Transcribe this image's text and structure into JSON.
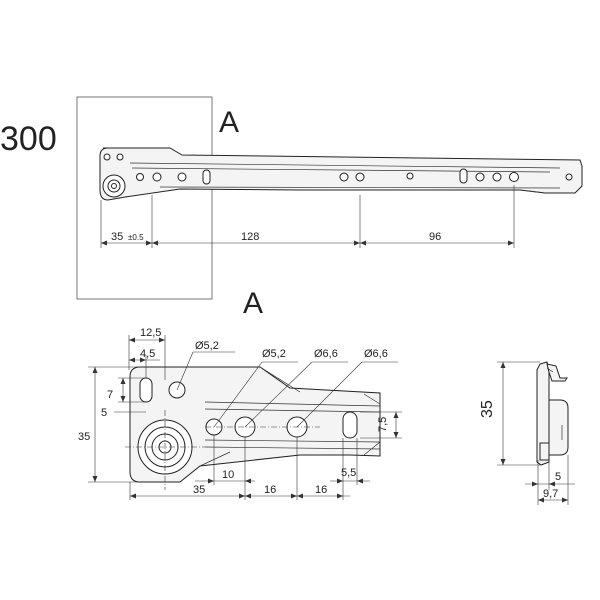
{
  "top_view": {
    "length_label": "300",
    "detail_label": "A",
    "dim_first": "35",
    "dim_first_tol": "±0.5",
    "dim_second": "128",
    "dim_third": "96"
  },
  "detail": {
    "label": "A",
    "d_hole_1": "Ø5,2",
    "d_hole_2": "Ø5,2",
    "d_hole_3": "Ø6,6",
    "d_hole_4": "Ø6,6",
    "w_12_5": "12,5",
    "w_4_5": "4,5",
    "h_7": "7",
    "h_5": "5",
    "h_35": "35",
    "h_7_5": "7,5",
    "w_35": "35",
    "w_10": "10",
    "w_16a": "16",
    "w_16b": "16",
    "w_5_5": "5,5"
  },
  "side_view": {
    "h_35": "35",
    "w_5": "5",
    "w_9_7": "9,7"
  }
}
